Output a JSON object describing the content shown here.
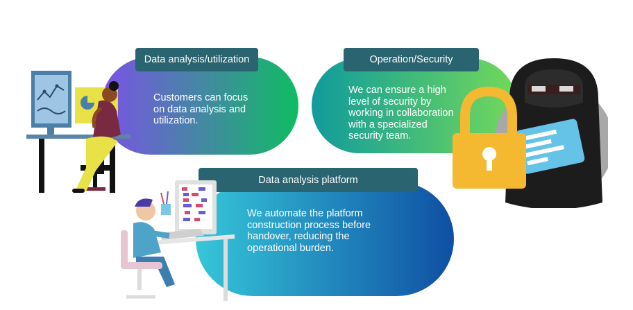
{
  "cards": [
    {
      "title": "Data analysis/utilization",
      "lines": [
        "Customers can focus",
        "on data analysis and",
        "utilization."
      ]
    },
    {
      "title": "Operation/Security",
      "lines": [
        "We can ensure a high",
        "level of security by",
        "working in collaboration",
        "with a specialized",
        "security team."
      ]
    },
    {
      "title": "Data analysis platform",
      "lines": [
        "We automate the platform",
        "construction process before",
        "handover, reducing the",
        "operational burden."
      ]
    }
  ],
  "colors": {
    "tag_bg": "#2a6470",
    "card1_start": "#7b52e6",
    "card1_end": "#0fbc63",
    "card2_start": "#109b9c",
    "card2_end": "#73d95a",
    "card3_start": "#36c7d9",
    "card3_end": "#0f4fa3"
  },
  "icons": [
    "analyst-woman-illustration",
    "hacker-padlock-illustration",
    "engineer-workstation-illustration"
  ]
}
